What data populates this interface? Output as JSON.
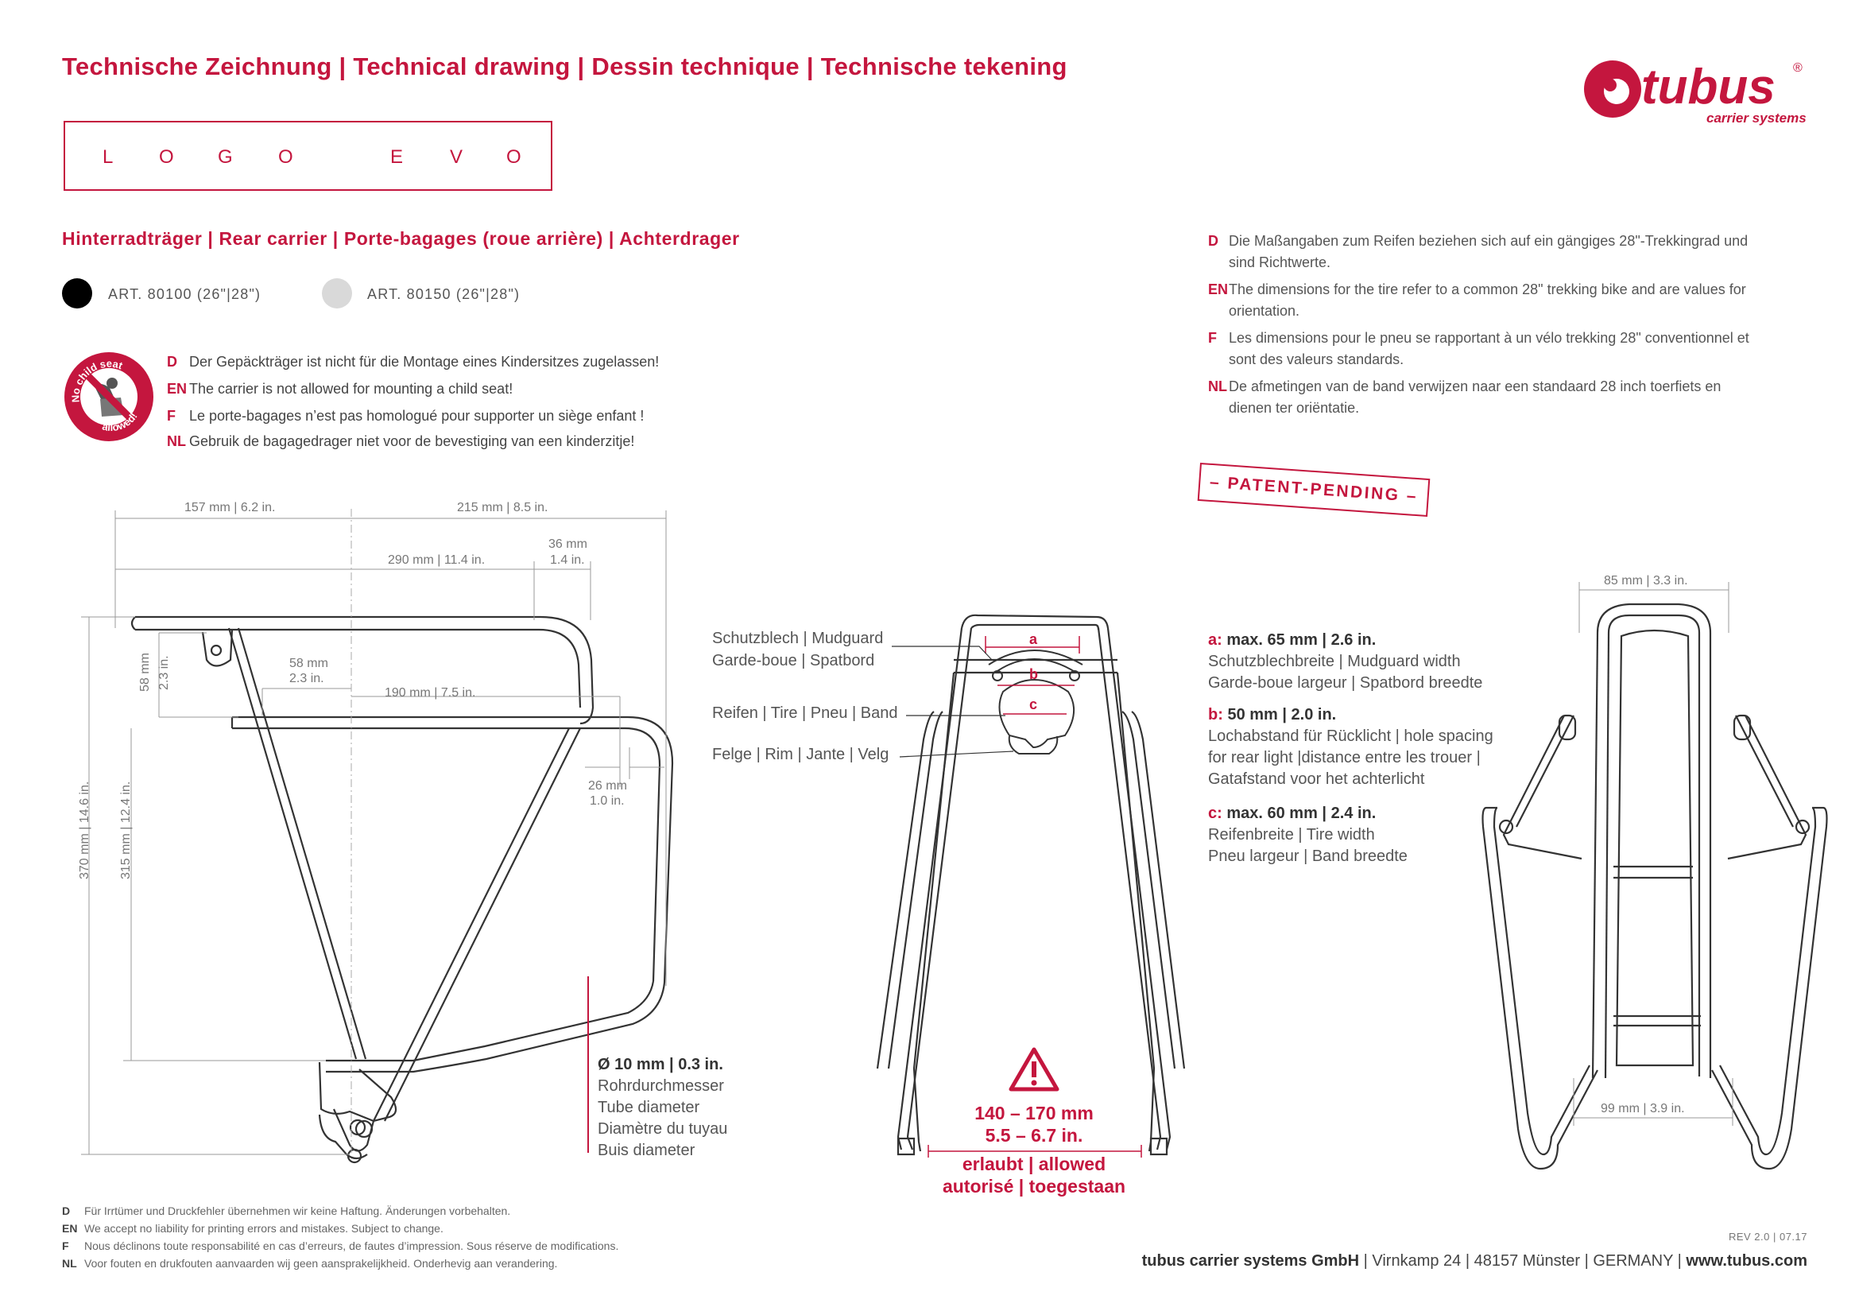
{
  "header": {
    "title": "Technische Zeichnung | Technical drawing | Dessin technique | Technische tekening"
  },
  "logo": {
    "brand": "tubus",
    "registered": "®",
    "tagline": "carrier systems"
  },
  "model": {
    "letters": [
      "L",
      "O",
      "G",
      "O",
      "E",
      "V",
      "O"
    ]
  },
  "subtitle": "Hinterradträger | Rear carrier | Porte-bagages (roue arrière) | Achterdrager",
  "variants": [
    {
      "label": "ART. 80100 (26\"|28\")",
      "color": "#000000"
    },
    {
      "label": "ART. 80150 (26\"|28\")",
      "color": "#d9d9d9"
    }
  ],
  "child_seat_sign": {
    "text_top": "No child seat",
    "text_bottom": "allowed!"
  },
  "warning": [
    {
      "code": "D",
      "text": "Der Gepäckträger ist nicht für die Montage eines Kindersitzes zugelassen!"
    },
    {
      "code": "EN",
      "text": "The carrier is not allowed for mounting a child seat!"
    },
    {
      "code": "F",
      "text": "Le porte-bagages n’est pas homologué pour supporter un siège enfant !"
    },
    {
      "code": "NL",
      "text": "Gebruik de bagagedrager niet voor de bevestiging van een kinderzitje!"
    }
  ],
  "tire_note": [
    {
      "code": "D",
      "text": "Die Maßangaben zum Reifen beziehen sich auf ein gängiges 28\"-Trekkingrad und sind Richtwerte."
    },
    {
      "code": "EN",
      "text": "The dimensions for the tire refer to a common 28\" trekking bike and are values for orientation."
    },
    {
      "code": "F",
      "text": "Les dimensions pour le pneu se rapportant à un vélo trekking 28\" conventionnel et sont des valeurs standards."
    },
    {
      "code": "NL",
      "text": "De afmetingen van de band verwijzen naar een standaard 28 inch toerfiets en dienen ter oriëntatie."
    }
  ],
  "patent": "– PATENT-PENDING –",
  "side_dims": {
    "d157": "157 mm | 6.2 in.",
    "d215": "215 mm | 8.5 in.",
    "d290": "290 mm | 11.4 in.",
    "d36a": "36 mm",
    "d36b": "1.4 in.",
    "d58v1": "58 mm",
    "d58v2": "2.3 in.",
    "d58h1": "58 mm",
    "d58h2": "2.3 in.",
    "d190": "190 mm | 7.5 in.",
    "d26a": "26 mm",
    "d26b": "1.0 in.",
    "d370": "370 mm | 14.6 in.",
    "d315": "315 mm | 12.4 in."
  },
  "tube": {
    "head": "Ø 10 mm | 0.3 in.",
    "lines": [
      "Rohrdurchmesser",
      "Tube diameter",
      "Diamètre du tuyau",
      "Buis diameter"
    ]
  },
  "rear_labels": {
    "mudguard1": "Schutzblech | Mudguard",
    "mudguard2": "Garde-boue | Spatbord",
    "tire": "Reifen | Tire | Pneu | Band",
    "rim": "Felge | Rim | Jante | Velg",
    "a": "a",
    "b": "b",
    "c": "c"
  },
  "specs": [
    {
      "key": "a:",
      "head": "max. 65 mm | 2.6 in.",
      "lines": [
        "Schutzblechbreite | Mudguard width",
        "Garde-boue largeur | Spatbord breedte"
      ]
    },
    {
      "key": "b:",
      "head": "50 mm | 2.0 in.",
      "lines": [
        "Lochabstand für Rücklicht | hole spacing",
        "for rear light |distance entre les trouer |",
        "Gatafstand voor het achterlicht"
      ]
    },
    {
      "key": "c:",
      "head": "max. 60 mm | 2.4 in.",
      "lines": [
        "Reifenbreite | Tire width",
        "Pneu largeur | Band breedte"
      ]
    }
  ],
  "allowed": {
    "range1": "140 – 170 mm",
    "range2": "5.5 – 6.7 in.",
    "text1": "erlaubt | allowed",
    "text2": "autorisé | toegestaan"
  },
  "top_dims": {
    "d85": "85 mm | 3.3 in.",
    "d99": "99 mm | 3.9 in."
  },
  "footer": [
    {
      "code": "D",
      "text": "Für Irrtümer und Druckfehler übernehmen wir keine Haftung. Änderungen vorbehalten."
    },
    {
      "code": "EN",
      "text": "We accept no liability for printing errors and mistakes. Subject to change."
    },
    {
      "code": "F",
      "text": "Nous déclinons toute responsabilité en cas d’erreurs, de fautes d’impression. Sous réserve de modifications."
    },
    {
      "code": "NL",
      "text": "Voor fouten en drukfouten aanvaarden wij geen aansprakelijkheid. Onderhevig aan verandering."
    }
  ],
  "rev": "REV 2.0 | 07.17",
  "address": {
    "company": "tubus carrier systems GmbH",
    "rest": " | Virnkamp 24 | 48157 Münster | GERMANY | ",
    "web": "www.tubus.com"
  },
  "colors": {
    "accent": "#c4163e",
    "text": "#3a3a3a",
    "drawing": "#333333"
  }
}
